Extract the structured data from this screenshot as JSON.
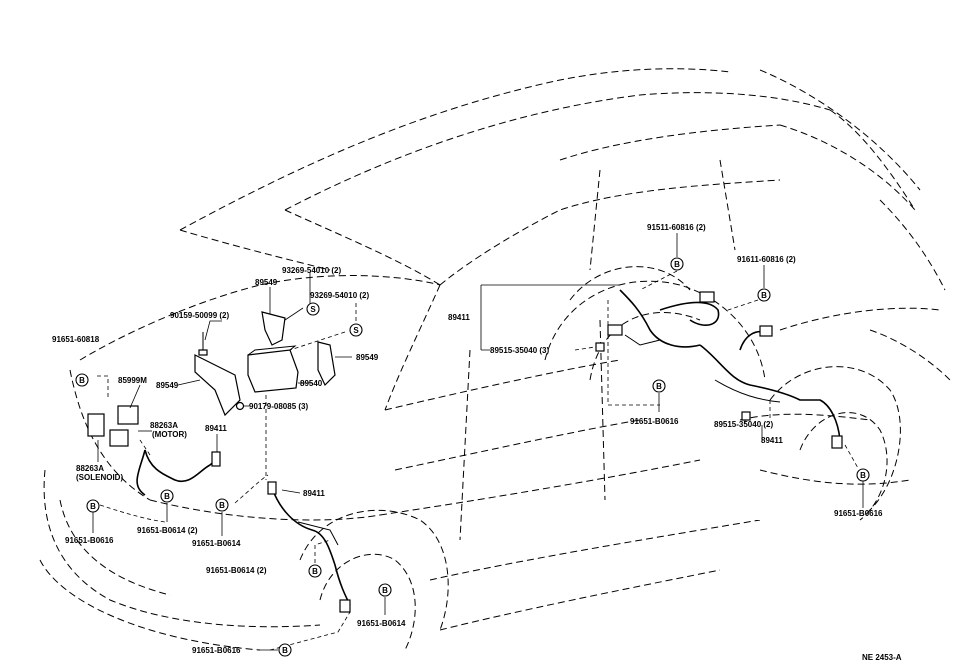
{
  "labels": {
    "p93269a": "93269-54010 (2)",
    "p93269b": "93269-54010 (2)",
    "p89549a": "89549",
    "p89549b": "89549",
    "p89549c": "89549",
    "p90159": "90159-50099 (2)",
    "p91651_60818": "91651-60818",
    "p85999M": "85999M",
    "p88263A_motor_a": "88263A",
    "p88263A_motor_b": "(MOTOR)",
    "p89540": "89540",
    "p90179": "90179-08085 (3)",
    "p89411_front": "89411",
    "p88263A_sol_a": "88263A",
    "p88263A_sol_b": "(SOLENOID)",
    "p89411_mid": "89411",
    "p91651_B0616_left": "91651-B0616",
    "p91651_B0614_2a": "91651-B0614 (2)",
    "p91651_B0614_a": "91651-B0614",
    "p91651_B0614_2b": "91651-B0614 (2)",
    "p91651_B0614_b": "91651-B0614",
    "p91651_B0616_bottom": "91651-B0616",
    "p91511": "91511-60816 (2)",
    "p91611": "91611-60816 (2)",
    "p89411_rear": "89411",
    "p89515_a": "89515-35040 (3)",
    "p91651_B0616_mid": "91651-B0616",
    "p89515_b": "89515-35040 (2)",
    "p89411_rear2": "89411",
    "p91651_B0616_right": "91651-B0616",
    "figure_code": "NE 2453-A"
  },
  "symbols": {
    "bolt": "B",
    "screw": "S"
  }
}
